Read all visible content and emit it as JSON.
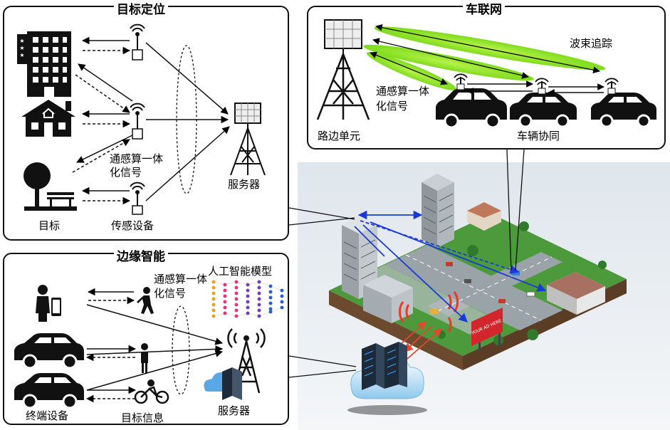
{
  "target_localization": {
    "title": "目标定位",
    "signal_label": "通感算一体化信号",
    "target_label": "目标",
    "sensor_label": "传感设备",
    "server_label": "服务器"
  },
  "vehicle_network": {
    "title": "车联网",
    "beam_tracking_label": "波束追踪",
    "signal_label": "通感算一体化信号",
    "rsu_label": "路边单元",
    "vehicle_coop_label": "车辆协同"
  },
  "edge_intelligence": {
    "title": "边缘智能",
    "signal_label": "通感算一体化信号",
    "ai_model_label": "人工智能模型",
    "terminal_label": "终端设备",
    "target_info_label": "目标信息",
    "server_label": "服务器"
  },
  "city": {
    "billboard_text": "YOUR AD HERE"
  }
}
